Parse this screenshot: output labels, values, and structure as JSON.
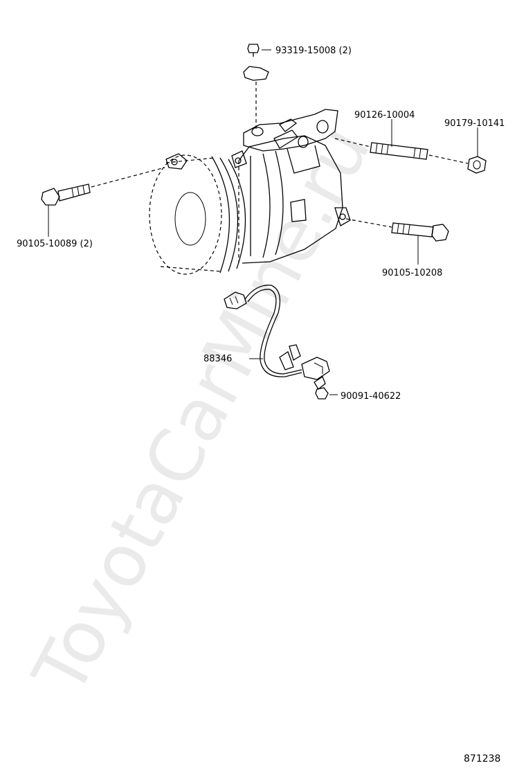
{
  "watermark": "ToyotaCarMine.ru",
  "diagram_ref": "871238",
  "parts": {
    "screw_top": "93319-15008 (2)",
    "stud": "90126-10004",
    "nut": "90179-10141",
    "bolt_left": "90105-10089 (2)",
    "bolt_right": "90105-10208",
    "wire_harness": "88346",
    "bolt_small": "90091-40622"
  }
}
